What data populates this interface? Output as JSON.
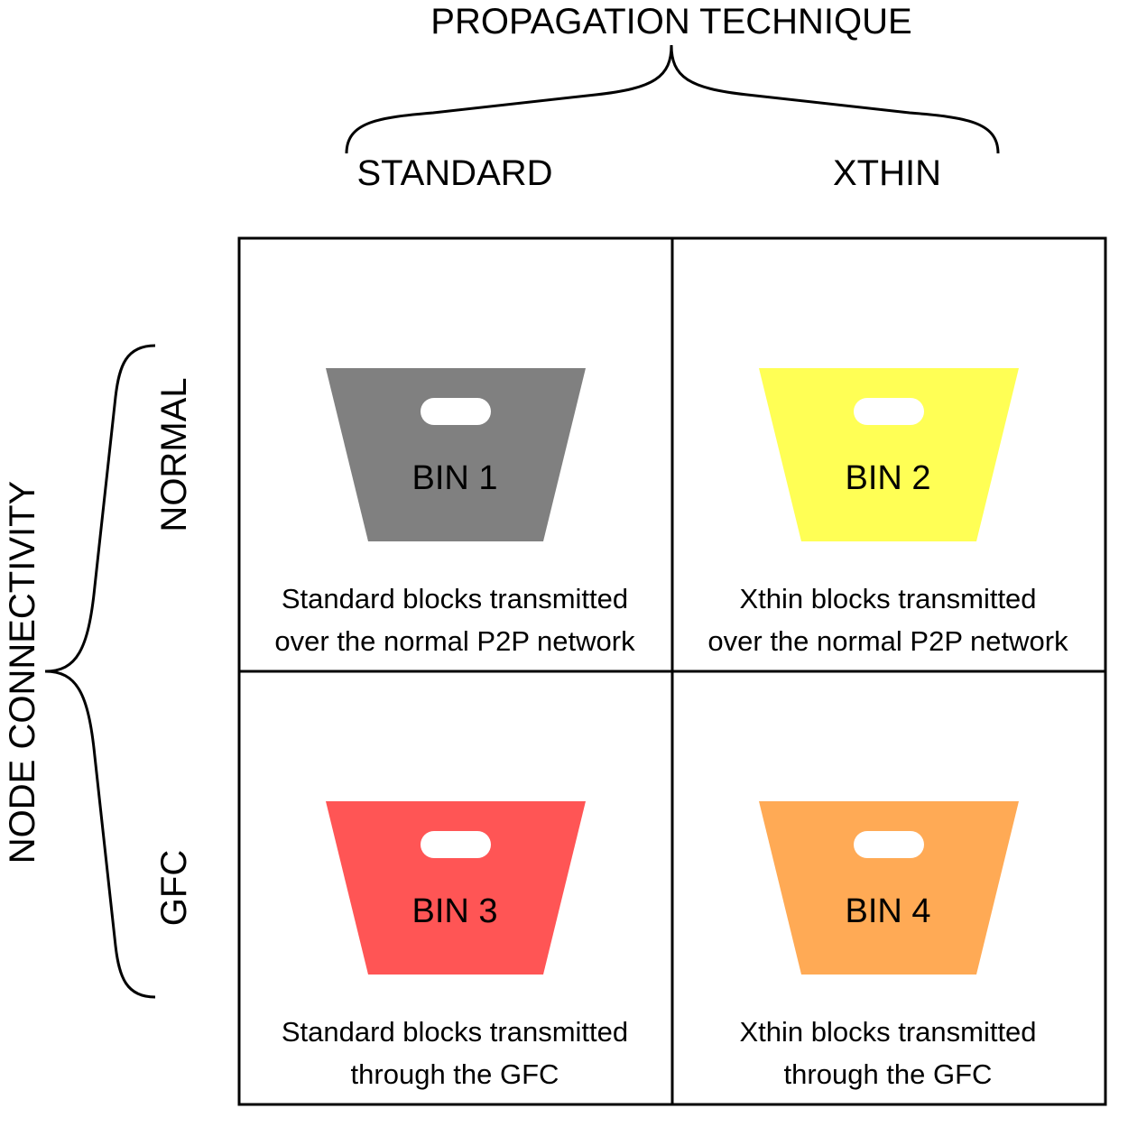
{
  "top_axis": {
    "title": "PROPAGATION TECHNIQUE",
    "columns": [
      "STANDARD",
      "XTHIN"
    ]
  },
  "left_axis": {
    "title": "NODE CONNECTIVITY",
    "rows": [
      "NORMAL",
      "GFC"
    ]
  },
  "bins": [
    {
      "label": "BIN 1",
      "color": "#808080",
      "icon": "bin-icon",
      "caption": [
        "Standard blocks transmitted",
        "over the normal P2P network"
      ]
    },
    {
      "label": "BIN 2",
      "color": "#ffff55",
      "icon": "bin-icon",
      "caption": [
        "Xthin blocks transmitted",
        "over the normal P2P network"
      ]
    },
    {
      "label": "BIN 3",
      "color": "#ff5555",
      "icon": "bin-icon",
      "caption": [
        "Standard blocks transmitted",
        "through the GFC"
      ]
    },
    {
      "label": "BIN 4",
      "color": "#ffaa55",
      "icon": "bin-icon",
      "caption": [
        "Xthin blocks transmitted",
        "through the GFC"
      ]
    }
  ]
}
